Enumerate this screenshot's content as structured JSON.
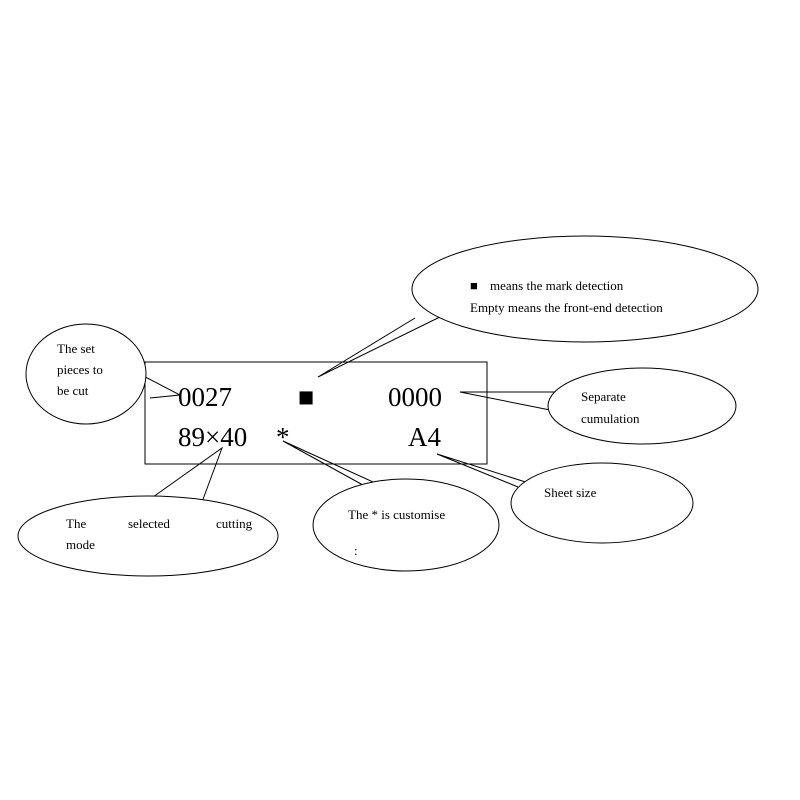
{
  "display": {
    "set_pieces": "0027",
    "mark_symbol": "■",
    "cumulation": "0000",
    "cutting_mode": "89×40",
    "custom_flag": "*",
    "sheet_size": "A4"
  },
  "callouts": {
    "set_pieces": {
      "line1": "The set",
      "line2": "pieces to",
      "line3": "be cut"
    },
    "mark_detection": {
      "symbol": "■",
      "line1": "means the mark detection",
      "line2": "Empty means the front-end detection"
    },
    "separate_cumulation": {
      "line1": "Separate",
      "line2": "cumulation"
    },
    "cutting_mode": {
      "w1": "The",
      "w2": "selected",
      "w3": "cutting",
      "line2": "mode"
    },
    "customise": {
      "line1": "The * is customise",
      "line2": ":"
    },
    "sheet_size": {
      "line1": "Sheet size"
    }
  },
  "colors": {
    "ink": "#000000",
    "background": "#ffffff"
  }
}
